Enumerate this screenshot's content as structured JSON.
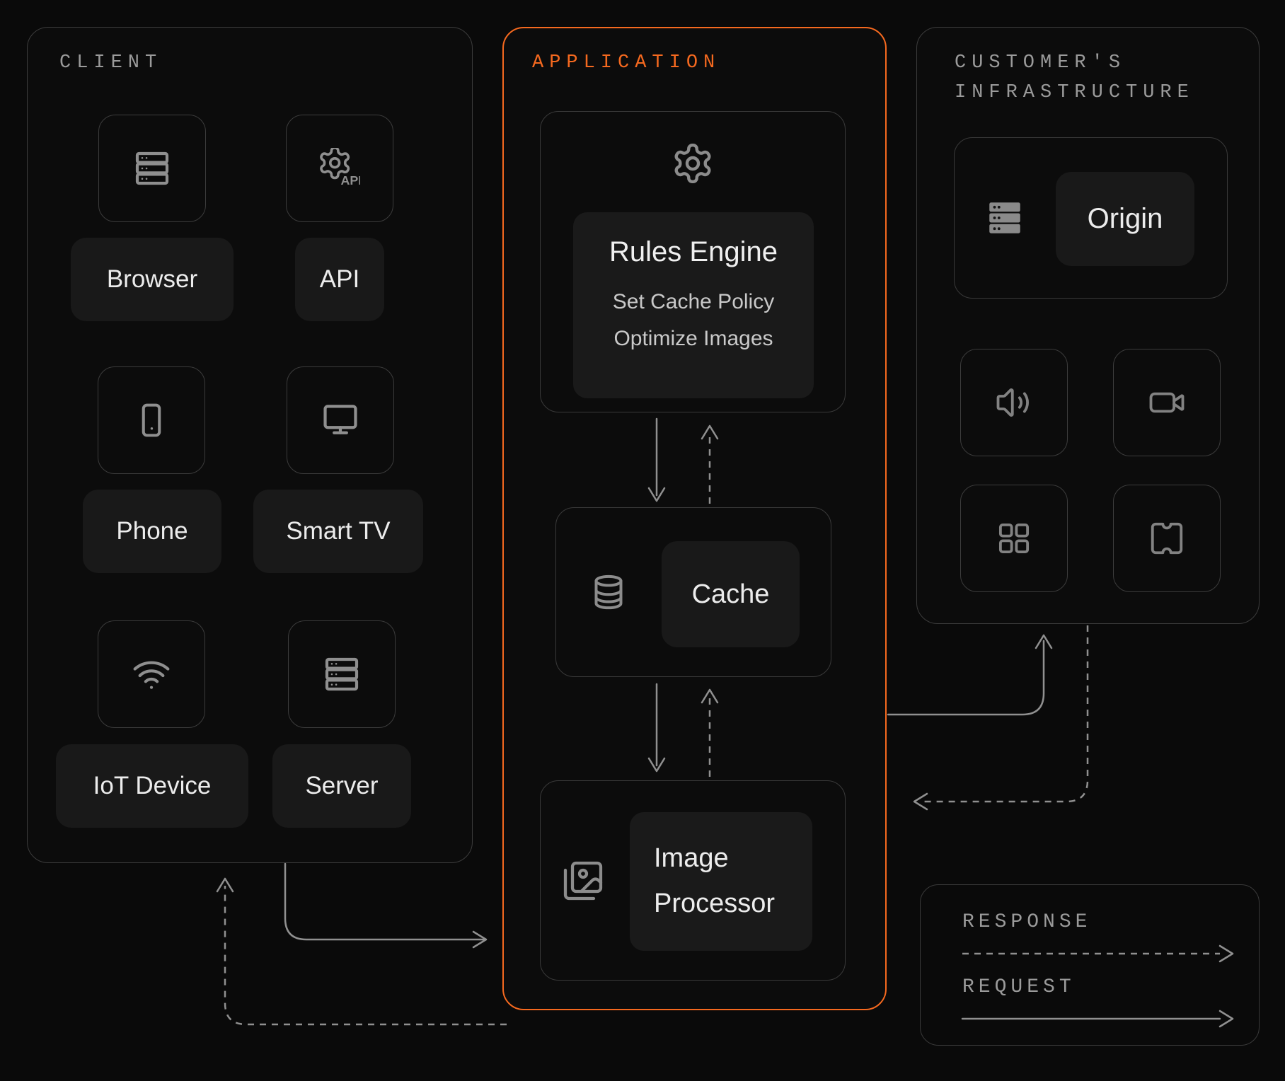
{
  "colors": {
    "background": "#0a0a0a",
    "accent_orange": "#f5691f",
    "panel_border": "#3c3c3c",
    "card_fill": "#191919",
    "text_primary": "#ececec",
    "text_secondary": "#c9c9c9",
    "muted_label": "#9b9b9b",
    "icon_gray": "#8f8f8f",
    "arrow_gray": "#909090"
  },
  "client": {
    "title": "CLIENT",
    "devices": [
      {
        "label": "Browser",
        "icon": "server-rack-icon"
      },
      {
        "label": "API",
        "icon": "api-gear-icon"
      },
      {
        "label": "Phone",
        "icon": "smartphone-icon"
      },
      {
        "label": "Smart TV",
        "icon": "monitor-icon"
      },
      {
        "label": "IoT Device",
        "icon": "wifi-icon"
      },
      {
        "label": "Server",
        "icon": "server-rack-icon"
      }
    ]
  },
  "app": {
    "title": "APPLICATION",
    "rules_engine": {
      "icon": "gear-icon",
      "heading": "Rules Engine",
      "features": [
        "Set Cache Policy",
        "Optimize Images"
      ]
    },
    "cache": {
      "icon": "database-icon",
      "label": "Cache"
    },
    "image_processor": {
      "icon": "images-icon",
      "label": "Image Processor"
    }
  },
  "infra": {
    "title_line1": "CUSTOMER'S",
    "title_line2": "INFRASTRUCTURE",
    "origin": {
      "icon": "server-rack-filled-icon",
      "label": "Origin"
    },
    "services": [
      {
        "icon": "speaker-icon"
      },
      {
        "icon": "video-camera-icon"
      },
      {
        "icon": "grid-icon"
      },
      {
        "icon": "ticket-icon"
      }
    ]
  },
  "legend": {
    "response_label": "RESPONSE",
    "request_label": "REQUEST"
  }
}
